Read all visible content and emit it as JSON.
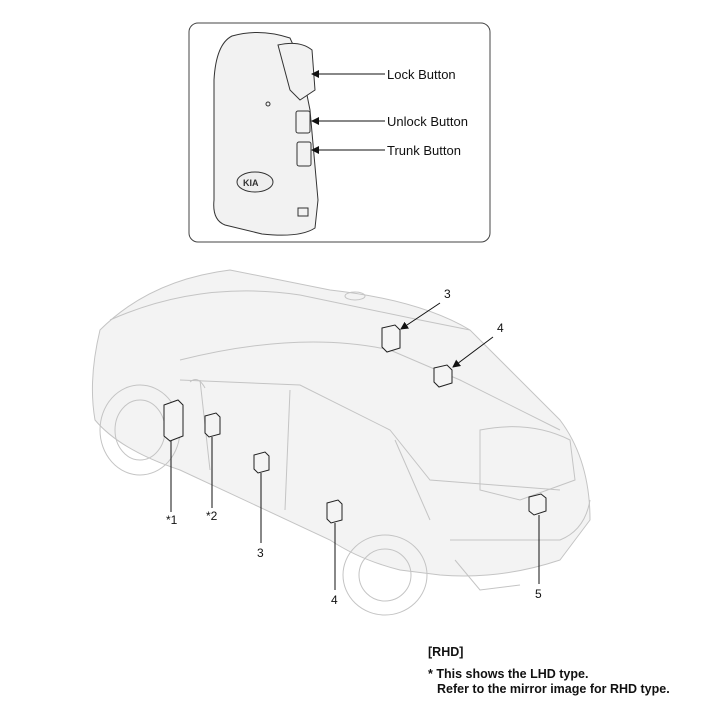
{
  "key_diagram": {
    "labels": {
      "lock": "Lock Button",
      "unlock": "Unlock Button",
      "trunk": "Trunk Button"
    },
    "logo": "KIA"
  },
  "car_diagram": {
    "callouts": [
      "*1",
      "*2",
      "3",
      "4",
      "5",
      "3",
      "4"
    ]
  },
  "notes": {
    "heading": "[RHD]",
    "line1": "* This shows the LHD type.",
    "line2": "Refer to the mirror image for RHD type."
  }
}
